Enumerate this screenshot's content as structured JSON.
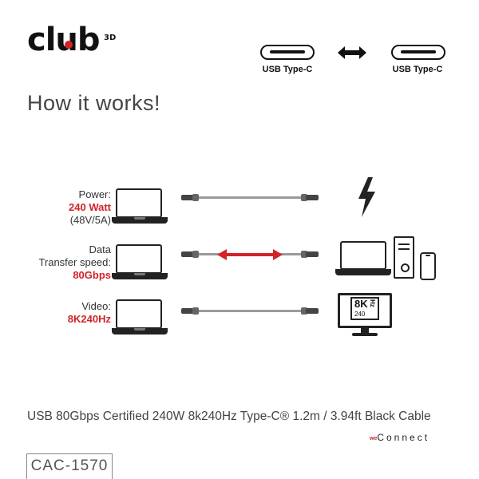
{
  "brand": {
    "logo_text": "club",
    "logo_sup": "3D",
    "accent": "#d2232a"
  },
  "connectors": {
    "left_label": "USB  Type-C",
    "right_label": "USB  Type-C"
  },
  "heading": "How it works!",
  "rows": {
    "power": {
      "line1": "Power:",
      "highlight": "240 Watt",
      "line3": "(48V/5A)"
    },
    "data": {
      "line1": "Data",
      "line2": "Transfer speed:",
      "highlight": "80Gbps"
    },
    "video": {
      "line1": "Video:",
      "highlight": "8K240Hz"
    }
  },
  "monitor_badge": {
    "k": "8K",
    "rate": "240",
    "hz": "Hz"
  },
  "product": {
    "description": "USB 80Gbps Certified 240W 8k240Hz Type-C® 1.2m / 3.94ft Black Cable",
    "tagline_we": "we",
    "tagline": "Connect",
    "code": "CAC-1570"
  },
  "icons": [
    "club3d-logo",
    "usb-c-port-icon",
    "double-arrow-icon",
    "laptop-icon",
    "cable-icon",
    "lightning-bolt-icon",
    "desktop-tower-icon",
    "smartphone-icon",
    "monitor-icon"
  ]
}
